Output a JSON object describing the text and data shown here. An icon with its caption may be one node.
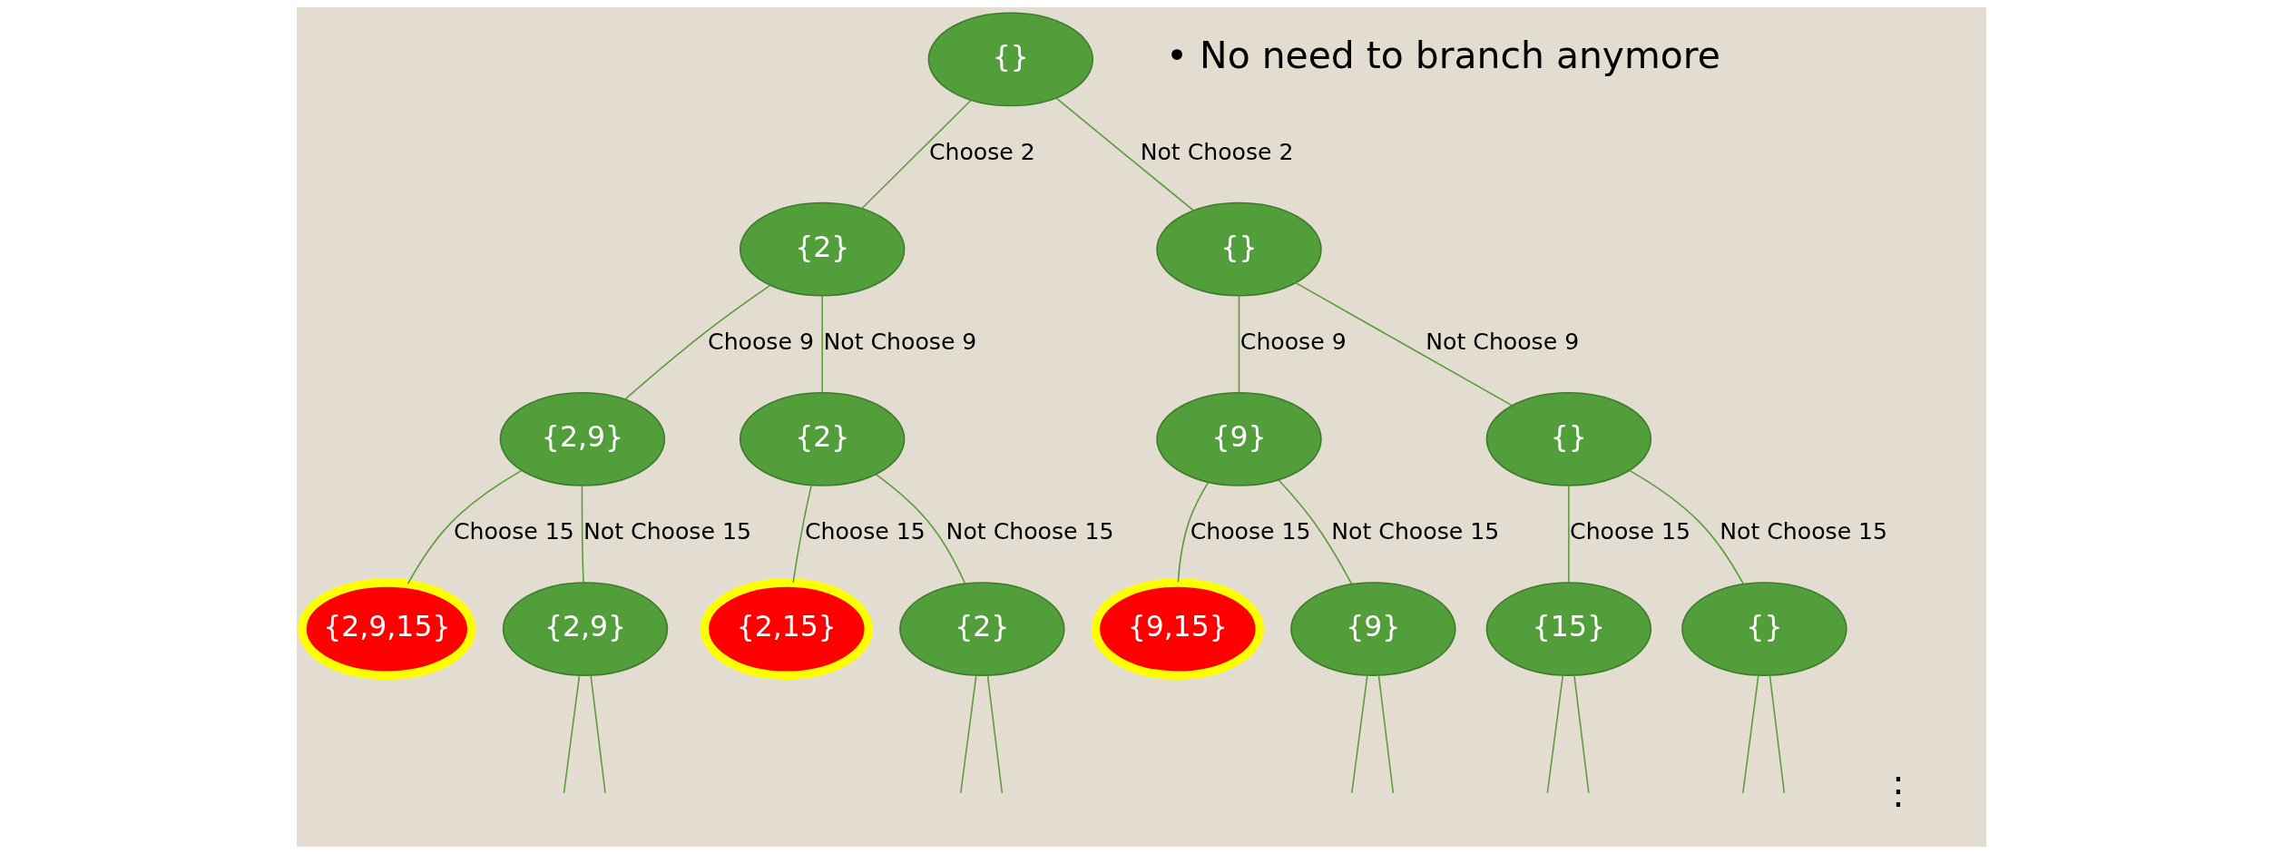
{
  "diagram": {
    "nodes": [
      {
        "text": [
          "{}"
        ]
      },
      {
        "text": [
          "{2}"
        ]
      },
      {
        "text": [
          "{}"
        ]
      },
      {
        "text": [
          "{2,9}"
        ]
      },
      {
        "text": [
          "{2}"
        ]
      },
      {
        "text": [
          "{9}"
        ]
      },
      {
        "text": [
          "{}"
        ]
      },
      {
        "text": [
          "{2,9,15}"
        ]
      },
      {
        "text": [
          "{2,9}"
        ]
      },
      {
        "text": [
          "{2,15}"
        ]
      },
      {
        "text": [
          "{2}"
        ]
      },
      {
        "text": [
          "{9,15}"
        ]
      },
      {
        "text": [
          "{9}"
        ]
      },
      {
        "text": [
          "{15}"
        ]
      },
      {
        "text": [
          "{}"
        ]
      }
    ],
    "edges": [
      {
        "from": 0,
        "to": 1,
        "arrow": "none",
        "label": "Choose 2"
      },
      {
        "from": 0,
        "to": 2,
        "arrow": "none",
        "label": "Not Choose 2"
      },
      {
        "from": 1,
        "to": 3,
        "arrow": "none",
        "label": "Choose 9"
      },
      {
        "from": 1,
        "to": 4,
        "arrow": "none",
        "label": "Not Choose 9"
      },
      {
        "from": 2,
        "to": 5,
        "arrow": "none",
        "label": "Choose 9"
      },
      {
        "from": 2,
        "to": 6,
        "arrow": "none",
        "label": "Not Choose 9"
      },
      {
        "from": 3,
        "to": 7,
        "arrow": "none",
        "label": "Choose 15"
      },
      {
        "from": 3,
        "to": 8,
        "arrow": "none",
        "label": "Not Choose 15"
      },
      {
        "from": 4,
        "to": 9,
        "arrow": "none",
        "label": "Choose 15"
      },
      {
        "from": 4,
        "to": 10,
        "arrow": "none",
        "label": "Not Choose 15"
      },
      {
        "from": 5,
        "to": 11,
        "arrow": "none",
        "label": "Choose 15"
      },
      {
        "from": 5,
        "to": 12,
        "arrow": "none",
        "label": "Not Choose 15"
      },
      {
        "from": 6,
        "to": 13,
        "arrow": "none",
        "label": "Choose 15"
      },
      {
        "from": 6,
        "to": 14,
        "arrow": "none",
        "label": "Not Choose 15"
      },
      {
        "from": 8,
        "to": null,
        "arrow": "none"
      },
      {
        "from": 8,
        "to": null,
        "arrow": "none"
      },
      {
        "from": 10,
        "to": null,
        "arrow": "none"
      },
      {
        "from": 10,
        "to": null,
        "arrow": "none"
      },
      {
        "from": 12,
        "to": null,
        "arrow": "none"
      },
      {
        "from": 12,
        "to": null,
        "arrow": "none"
      },
      {
        "from": 13,
        "to": null,
        "arrow": "none"
      },
      {
        "from": 13,
        "to": null,
        "arrow": "none"
      },
      {
        "from": 14,
        "to": null,
        "arrow": "none"
      },
      {
        "from": 14,
        "to": null,
        "arrow": "none"
      }
    ],
    "labels": [
      "• No need to branch anymore",
      "⋮"
    ]
  }
}
